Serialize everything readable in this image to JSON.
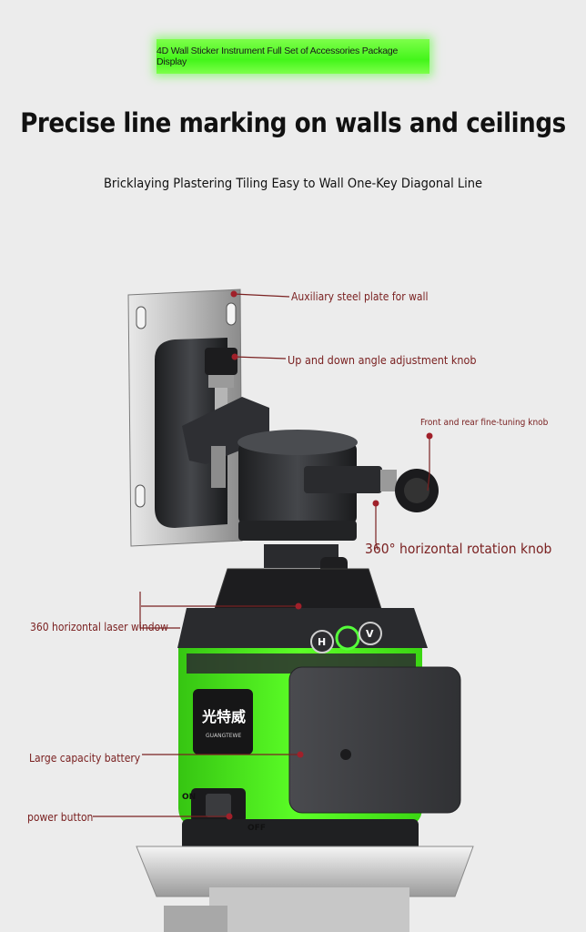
{
  "banner": {
    "text": "4D Wall Sticker Instrument Full Set of Accessories Package Display"
  },
  "headline": {
    "title": "Precise line marking on walls and ceilings",
    "subtitle": "Bricklaying Plastering Tiling Easy to Wall One-Key Diagonal Line"
  },
  "callouts": {
    "steel_plate": "Auxiliary steel plate for wall",
    "angle_knob": "Up and down angle adjustment knob",
    "fine_tuning_knob": "Front and rear fine-tuning knob",
    "rotation_knob": "360° horizontal rotation knob",
    "laser_window": "360 horizontal laser window",
    "battery": "Large capacity battery",
    "power_button": "power button"
  },
  "device": {
    "brand_cn": "光特威",
    "brand_en": "GUANGTEWE",
    "button_h": "H",
    "button_v": "V",
    "switch_on": "ON",
    "switch_off": "OFF"
  },
  "colors": {
    "accent_green": "#4cf21c",
    "callout_text": "#7a2121",
    "callout_dot": "#a0202a",
    "body_dark": "#2b2c2f"
  }
}
